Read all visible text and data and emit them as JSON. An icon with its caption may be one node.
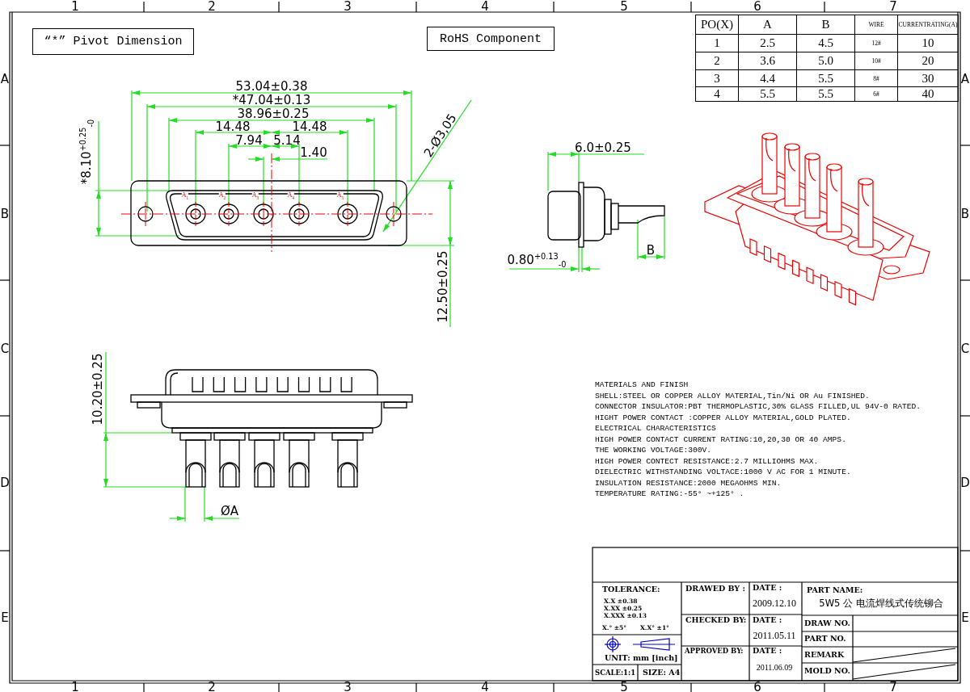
{
  "diagram": {
    "nodes": [
      {
        "text": [
          "“*” Pivot Dimension"
        ]
      },
      {
        "text": [
          "RoHS Component"
        ]
      }
    ],
    "labels": [
      "1",
      "2",
      "3",
      "4",
      "5",
      "6",
      "7",
      "A",
      "B",
      "C",
      "D",
      "E",
      "A",
      "B",
      "C",
      "D",
      "E",
      "PO(X)",
      "A",
      "B",
      "WIRE",
      "CURRENTRATING(A)",
      "1",
      "2.5",
      "4.5",
      "12#",
      "10",
      "2",
      "3.6",
      "5.0",
      "10#",
      "20",
      "3",
      "4.4",
      "5.5",
      "8#",
      "30",
      "4",
      "5.5",
      "5.5",
      "6#",
      "40",
      "53.04±0.38",
      "*47.04±0.13",
      "38.96±0.25",
      "14.48",
      "14.48",
      "7.94",
      "5.14",
      "1.40",
      "*8.10$^{+0.25}$$_{-0}$",
      "2-Ø3,05",
      "A$_{1}$",
      "A$_{2}$",
      "A$_{3}$",
      "A$_{4}$",
      "A$_{5}$",
      "6.0±0.25",
      "B",
      "0.80$^{+0.13}$$_{-0}$",
      "12.50±0.25",
      "10.20±0.25",
      "ØA",
      "MATERIALS AND FINISH",
      "SHELL:STEEL OR COPPER ALLOY MATERIAL,Tin/Ni OR Au FINISHED.",
      "CONNECTOR INSULATOR:PBT THERMOPLASTIC,30% GLASS FILLED,UL 94V-0 RATED.",
      "HIGHT POWER CONTACT :COPPER ALLOY MATERIAL,GOLD PLATED.",
      "ELECTRICAL CHARACTERISTICS",
      "HIGH POWER CONTACT CURRENT RATING:10,20,30 OR 40 AMPS.",
      "THE WORKING VOLTAGE:300V.",
      "HIGH POWER CONTECT RESISTANCE:2.7 MILLIOHMS MAX.",
      "DIELECTRIC WITHSTANDING VOLTACE:1000 V AC FOR 1 MINUTE.",
      "INSULATION RESISTANCE:2000 MEGAOHMS MIN.",
      "TEMPERATURE RATING:-55° ~+125° .",
      "TOLERANCE:",
      "X.X ±0.38",
      "X.XX ±0.25",
      "X.XXX ±0.13",
      "X.° ±5°",
      "X.X° ±1°",
      "UNIT: mm [inch]",
      "SCALE:1:1",
      "SIZE: A4",
      "DRAWED BY :",
      "DATE :",
      "2009.12.10",
      "PART NAME:",
      "5W5 公 电流焊线式传统铆合",
      "CHECKED BY:",
      "DATE :",
      "2011.05.11",
      "DRAW NO.",
      "PART NO.",
      "APPROVED BY:",
      "DATE :",
      "2011.06.09",
      "REMARK",
      "MOLD NO.",
      "1",
      "2",
      "3",
      "4",
      "5",
      "6",
      "7"
    ]
  }
}
